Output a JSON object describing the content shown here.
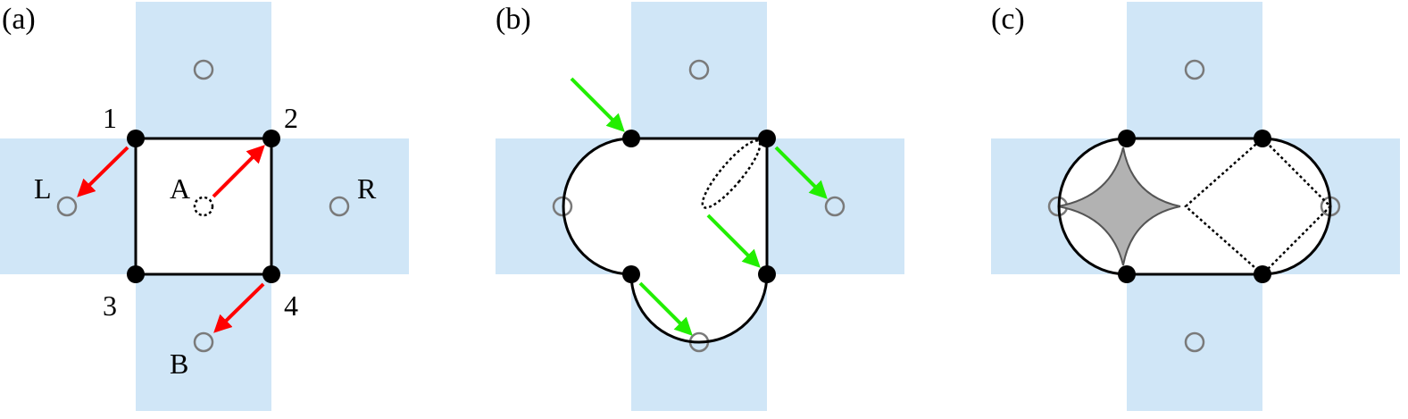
{
  "figure": {
    "colors": {
      "cross": "#d0e6f7",
      "edge": "#000000",
      "node": "#000000",
      "site": "#7a7a7a",
      "red_arrow": "#ff0000",
      "green_arrow": "#22ee00",
      "shape_fill": "#b2b2b2"
    },
    "panels": [
      {
        "label": "(a)",
        "corner_labels": [
          "1",
          "2",
          "3",
          "4"
        ],
        "site_labels": {
          "A": "A",
          "L": "L",
          "R": "R",
          "B": "B"
        }
      },
      {
        "label": "(b)"
      },
      {
        "label": "(c)"
      }
    ]
  }
}
